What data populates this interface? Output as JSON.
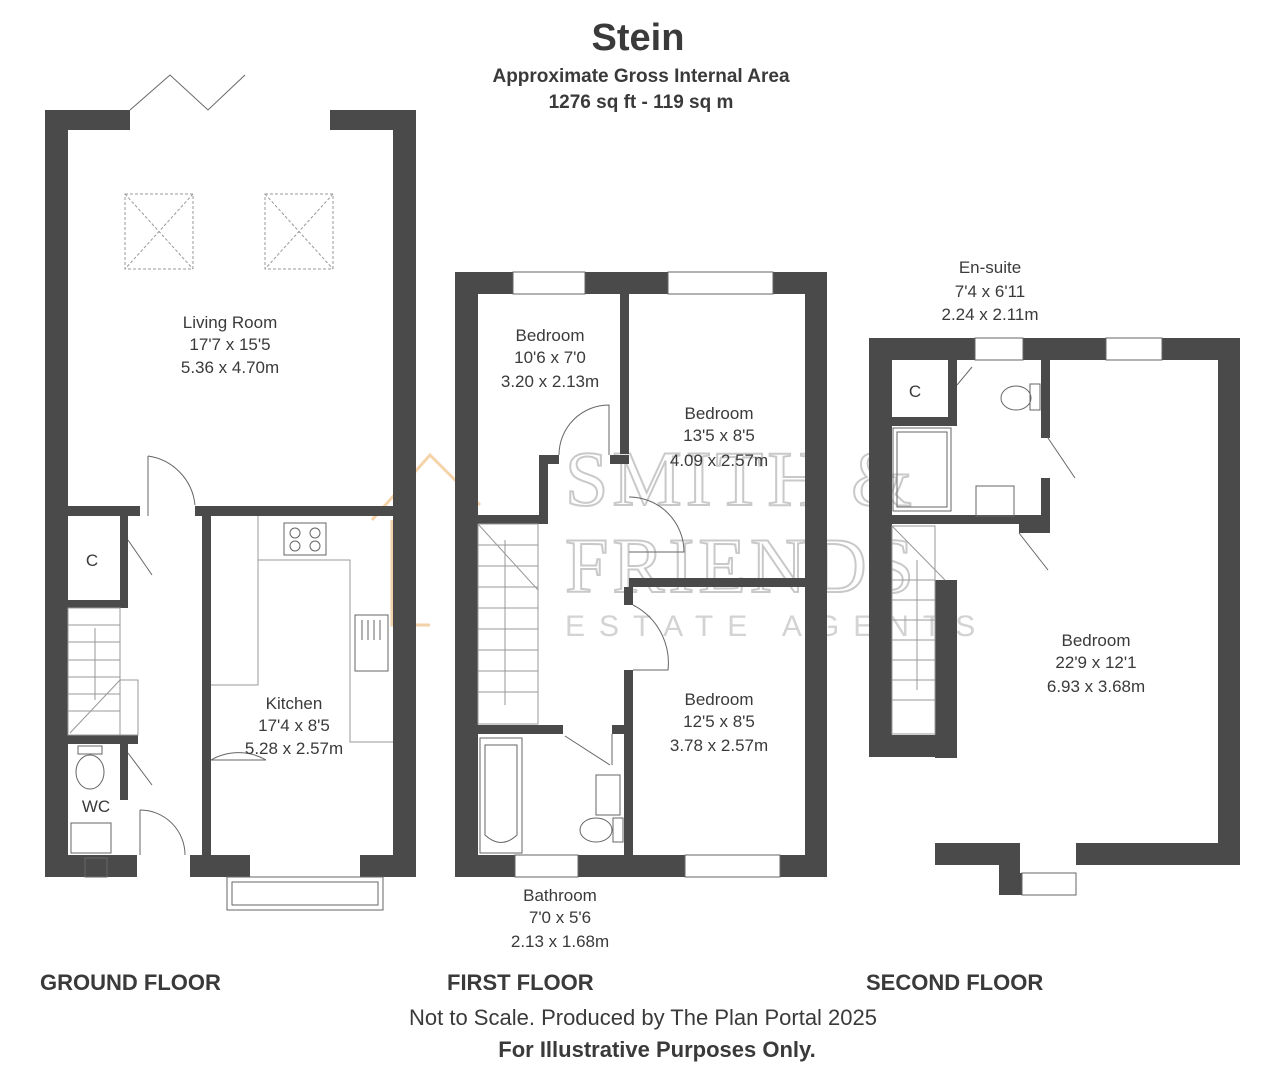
{
  "header": {
    "title": "Stein",
    "subtitle": "Approximate Gross Internal Area",
    "area": "1276 sq ft - 119 sq m"
  },
  "watermark": {
    "line1": "SMITH &",
    "line2": "FRIENDS",
    "line3": "ESTATE AGENTS",
    "logo_color": "#f2c894"
  },
  "ground_floor": {
    "label": "GROUND FLOOR",
    "living_room": {
      "name": "Living Room",
      "imperial": "17'7 x 15'5",
      "metric": "5.36 x 4.70m"
    },
    "kitchen": {
      "name": "Kitchen",
      "imperial": "17'4 x 8'5",
      "metric": "5.28 x 2.57m"
    },
    "cupboard": "C",
    "wc": "WC"
  },
  "first_floor": {
    "label": "FIRST FLOOR",
    "bedroom_small": {
      "name": "Bedroom",
      "imperial": "10'6 x 7'0",
      "metric": "3.20 x 2.13m"
    },
    "bedroom_front": {
      "name": "Bedroom",
      "imperial": "13'5 x 8'5",
      "metric": "4.09 x 2.57m"
    },
    "bedroom_rear": {
      "name": "Bedroom",
      "imperial": "12'5 x 8'5",
      "metric": "3.78 x 2.57m"
    },
    "bathroom": {
      "name": "Bathroom",
      "imperial": "7'0 x 5'6",
      "metric": "2.13 x 1.68m"
    }
  },
  "second_floor": {
    "label": "SECOND FLOOR",
    "ensuite": {
      "name": "En-suite",
      "imperial": "7'4 x 6'11",
      "metric": "2.24 x 2.11m"
    },
    "bedroom": {
      "name": "Bedroom",
      "imperial": "22'9 x 12'1",
      "metric": "6.93 x 3.68m"
    },
    "cupboard": "C"
  },
  "footer": {
    "note": "Not to Scale. Produced by The Plan Portal 2025",
    "disclaimer": "For Illustrative Purposes Only."
  },
  "colors": {
    "wall": "#4a4a4a",
    "text": "#3a3a3a"
  }
}
